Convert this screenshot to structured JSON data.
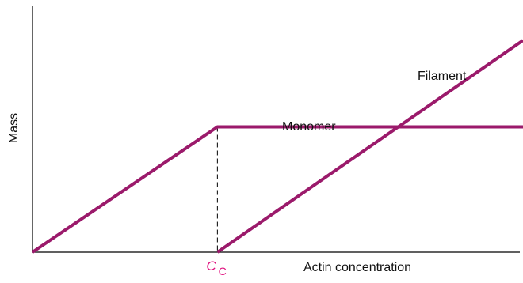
{
  "chart_data": {
    "type": "line",
    "title": "",
    "xlabel": "Actin concentration",
    "ylabel": "Mass",
    "xlim": [
      0,
      1
    ],
    "ylim": [
      0,
      1
    ],
    "grid": false,
    "critical_concentration": {
      "symbol": "C",
      "subscript": "C",
      "x": 0.377
    },
    "series": [
      {
        "name": "Monomer",
        "color": "#9b1a6b",
        "points": [
          [
            0,
            0
          ],
          [
            0.377,
            0.5
          ],
          [
            1.0,
            0.5
          ]
        ]
      },
      {
        "name": "Filament",
        "color": "#9b1a6b",
        "points": [
          [
            0.377,
            0
          ],
          [
            1.0,
            0.845
          ]
        ]
      }
    ]
  }
}
